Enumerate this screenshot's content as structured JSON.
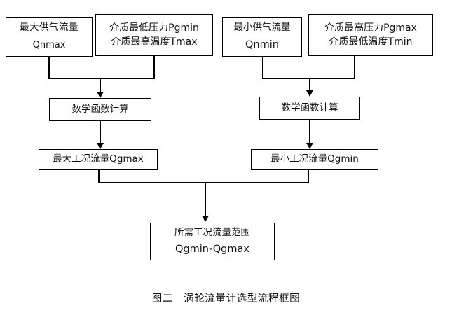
{
  "figure": {
    "caption": "图二　涡轮流量计选型流程框图",
    "background_color": "#ffffff",
    "stroke_color": "#000000"
  },
  "nodes": {
    "qnmax": {
      "line1": "最大供气流量",
      "line2": "Qnmax"
    },
    "pgmin": {
      "line1": "介质最低压力Pgmin",
      "line2": "介质最高温度Tmax"
    },
    "qnmin": {
      "line1": "最小供气流量",
      "line2": "Qnmin"
    },
    "pgmax": {
      "line1": "介质最高压力Pgmax",
      "line2": "介质最低温度Tmin"
    },
    "math_left": {
      "label": "数学函数计算"
    },
    "math_right": {
      "label": "数学函数计算"
    },
    "qgmax": {
      "label": "最大工况流量Qgmax"
    },
    "qgmin": {
      "label": "最小工况流量Qgmin"
    },
    "range": {
      "line1": "所需工况流量范围",
      "line2": "Qgmin-Qgmax"
    }
  }
}
